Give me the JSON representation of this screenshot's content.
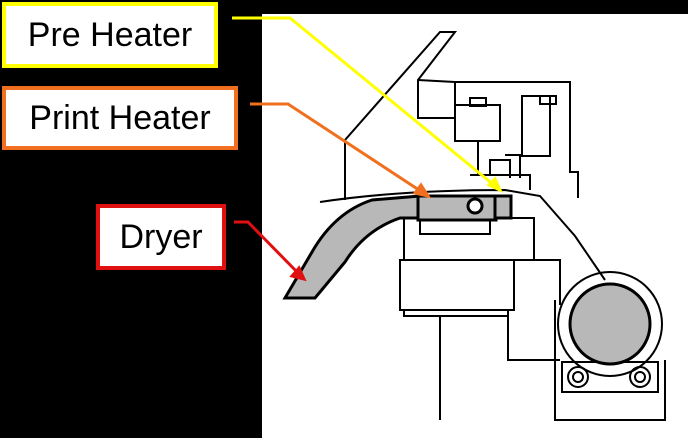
{
  "labels": {
    "pre_heater": "Pre Heater",
    "print_heater": "Print Heater",
    "dryer": "Dryer"
  },
  "colors": {
    "background": "#000000",
    "drawing_bg": "#ffffff",
    "pre_heater": "#ffff00",
    "print_heater": "#f07020",
    "dryer": "#e01010",
    "heater_fill": "#b8b8b8"
  }
}
